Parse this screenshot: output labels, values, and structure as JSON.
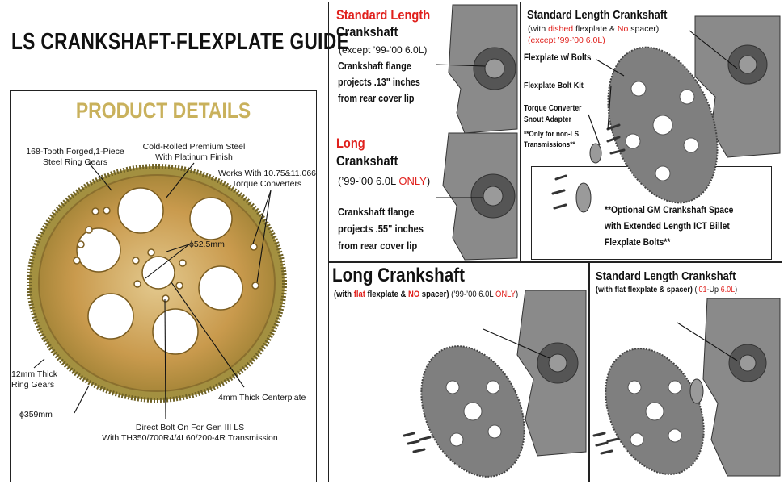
{
  "title": "LS CRANKSHAFT-FLEXPLATE GUIDE",
  "product": {
    "heading": "PRODUCT DETAILS",
    "tooth": [
      "168-Tooth Forged,1-Piece",
      "Steel Ring Gears"
    ],
    "steel": [
      "Cold-Rolled Premium Steel",
      "With Platinum Finish"
    ],
    "works": [
      "Works With 10.75&11.066",
      "Torque Converters"
    ],
    "dia_center": "ϕ52.5mm",
    "thick_ring": [
      "12mm Thick",
      "Ring Gears"
    ],
    "centerplate": "4mm Thick Centerplate",
    "dia_outer": "ϕ359mm",
    "bolt": [
      "Direct Bolt On For Gen III LS",
      "With TH350/700R4/4L60/200-4R Transmission"
    ]
  },
  "standard_left": {
    "title_red": "Standard Length",
    "title": "Crankshaft",
    "note": "(except ’99-’00 6.0L)",
    "flange": [
      "Crankshaft flange",
      "projects .13\" inches",
      "from rear cover lip"
    ]
  },
  "long_left": {
    "title_red": "Long",
    "title": "Crankshaft",
    "note_a": "(’99-’00 6.0L ",
    "note_b": "ONLY",
    "note_c": ")",
    "flange": [
      "Crankshaft flange",
      "projects .55\" inches",
      "from rear cover lip"
    ]
  },
  "standard_top": {
    "title": "Standard Length Crankshaft",
    "sub_a": "(with ",
    "sub_b": "dished",
    "sub_c": " flexplate & ",
    "sub_d": "No",
    "sub_e": " spacer)",
    "sub2": "(except ’99-’00 6.0L)",
    "flexplate": "Flexplate w/ Bolts",
    "boltkit": "Flexplate Bolt Kit",
    "tc": [
      "Torque Converter",
      "Snout Adapter"
    ],
    "only": [
      "**Only for non-LS",
      "Transmissions**"
    ],
    "optional": [
      "**Optional GM Crankshaft Space",
      "with Extended Length ICT Billet",
      "Flexplate Bolts**"
    ]
  },
  "long_bottom": {
    "title": "Long Crankshaft",
    "sub_a": "(with ",
    "sub_b": "flat",
    "sub_c": " flexplate & ",
    "sub_d": "NO",
    "sub_e": " spacer)",
    "sub_f": " (’99-’00 6.0L ",
    "sub_g": "ONLY",
    "sub_h": ")"
  },
  "standard_bottom": {
    "title": "Standard Length Crankshaft",
    "sub_a": "(with flat flexplate & spacer)",
    "sub_b": " (’",
    "sub_c": "01",
    "sub_d": "-Up ",
    "sub_e": "6.0L",
    "sub_f": ")"
  }
}
